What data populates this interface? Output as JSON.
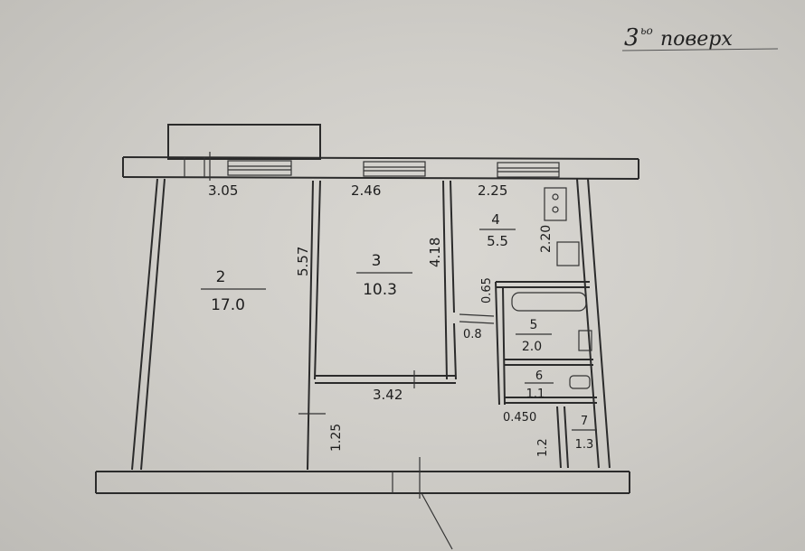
{
  "header": {
    "floor_label": "3 поверх",
    "floor_number": "3",
    "floor_suffix": "ьо",
    "floor_word": "поверх"
  },
  "dimensions": {
    "top_left": "3.05",
    "top_middle": "2.46",
    "top_right": "2.25",
    "room2_height": "5.57",
    "room3_height": "4.18",
    "room3_bottom": "3.42",
    "corridor": "1.25",
    "kitchen_side": "2.20",
    "kitchen_gap": "0.65",
    "door_small": "0.8",
    "bottom_small": "0.450",
    "room7_side": "1.2"
  },
  "rooms": [
    {
      "number": "2",
      "area": "17.0"
    },
    {
      "number": "3",
      "area": "10.3"
    },
    {
      "number": "4",
      "area": "5.5"
    },
    {
      "number": "5",
      "area": "2.0"
    },
    {
      "number": "6",
      "area": "1.1"
    },
    {
      "number": "7",
      "area": "1.3"
    }
  ]
}
